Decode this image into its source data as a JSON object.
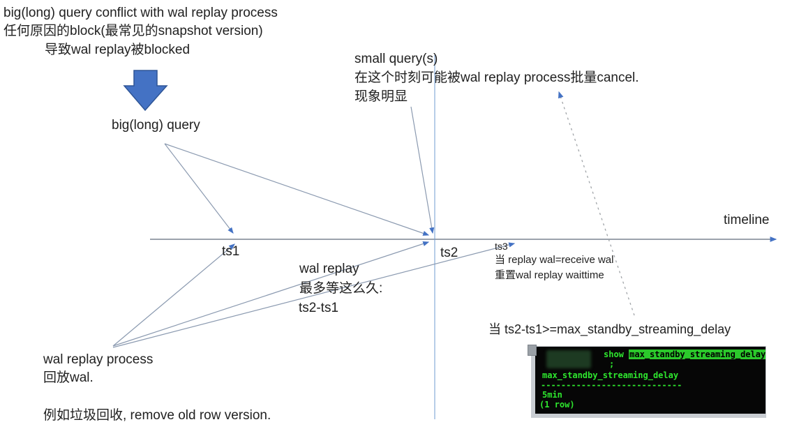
{
  "colors": {
    "accent_blue": "#4472C4",
    "connector_line": "#8b9ab0",
    "timeline_line": "#5f6b7a",
    "vertical_line": "#6f9bd2",
    "dashed_line": "#a0a4a8",
    "text": "#212121",
    "terminal_bg": "#060606",
    "terminal_green": "#2ee62e",
    "highlight_bg": "#2bc92b"
  },
  "notes": {
    "conflict": {
      "line1": "big(long) query conflict with wal replay process",
      "line2": "任何原因的block(最常见的snapshot version)",
      "line3": "导致wal replay被blocked"
    },
    "big_query_label": "big(long) query",
    "small_query": {
      "line1": "small query(s)",
      "line2": "在这个时刻可能被wal replay process批量cancel.",
      "line3": "现象明显"
    },
    "timeline_label": "timeline",
    "ts1": "ts1",
    "ts2": "ts2",
    "ts3": "ts3",
    "wait": {
      "line1": "wal replay",
      "line2": "最多等这么久:",
      "line3": "ts2-ts1"
    },
    "ts3_note": {
      "line1": "当 replay wal=receive wal",
      "line2": "重置wal replay waittime"
    },
    "condition": "当 ts2-ts1>=max_standby_streaming_delay",
    "replay_process": {
      "line1": "wal replay process",
      "line2": "回放wal."
    },
    "bottom": "例如垃圾回收, remove old row version."
  },
  "terminal": {
    "command_keyword": "show",
    "command_param": "max_standby_streaming_delay",
    "semicolon": ";",
    "result_column": "max_standby_streaming_delay",
    "separator": "----------------------------",
    "result_value": "5min",
    "row_count": "(1 row)"
  }
}
